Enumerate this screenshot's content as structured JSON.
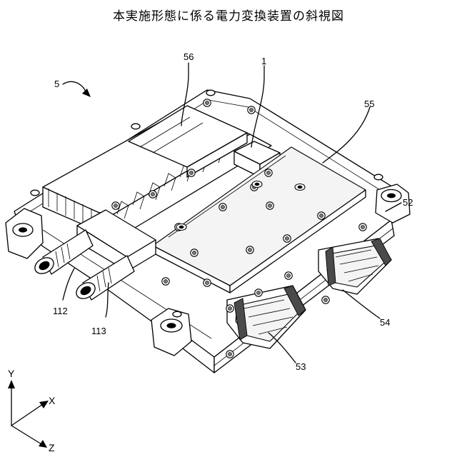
{
  "title": "本実施形態に係る電力変換装置の斜視図",
  "labels": {
    "l5": "5",
    "l56": "56",
    "l1": "1",
    "l55": "55",
    "l52": "52",
    "l54": "54",
    "l53": "53",
    "l112": "112",
    "l113": "113"
  },
  "axes": {
    "x": "X",
    "y": "Y",
    "z": "Z"
  }
}
